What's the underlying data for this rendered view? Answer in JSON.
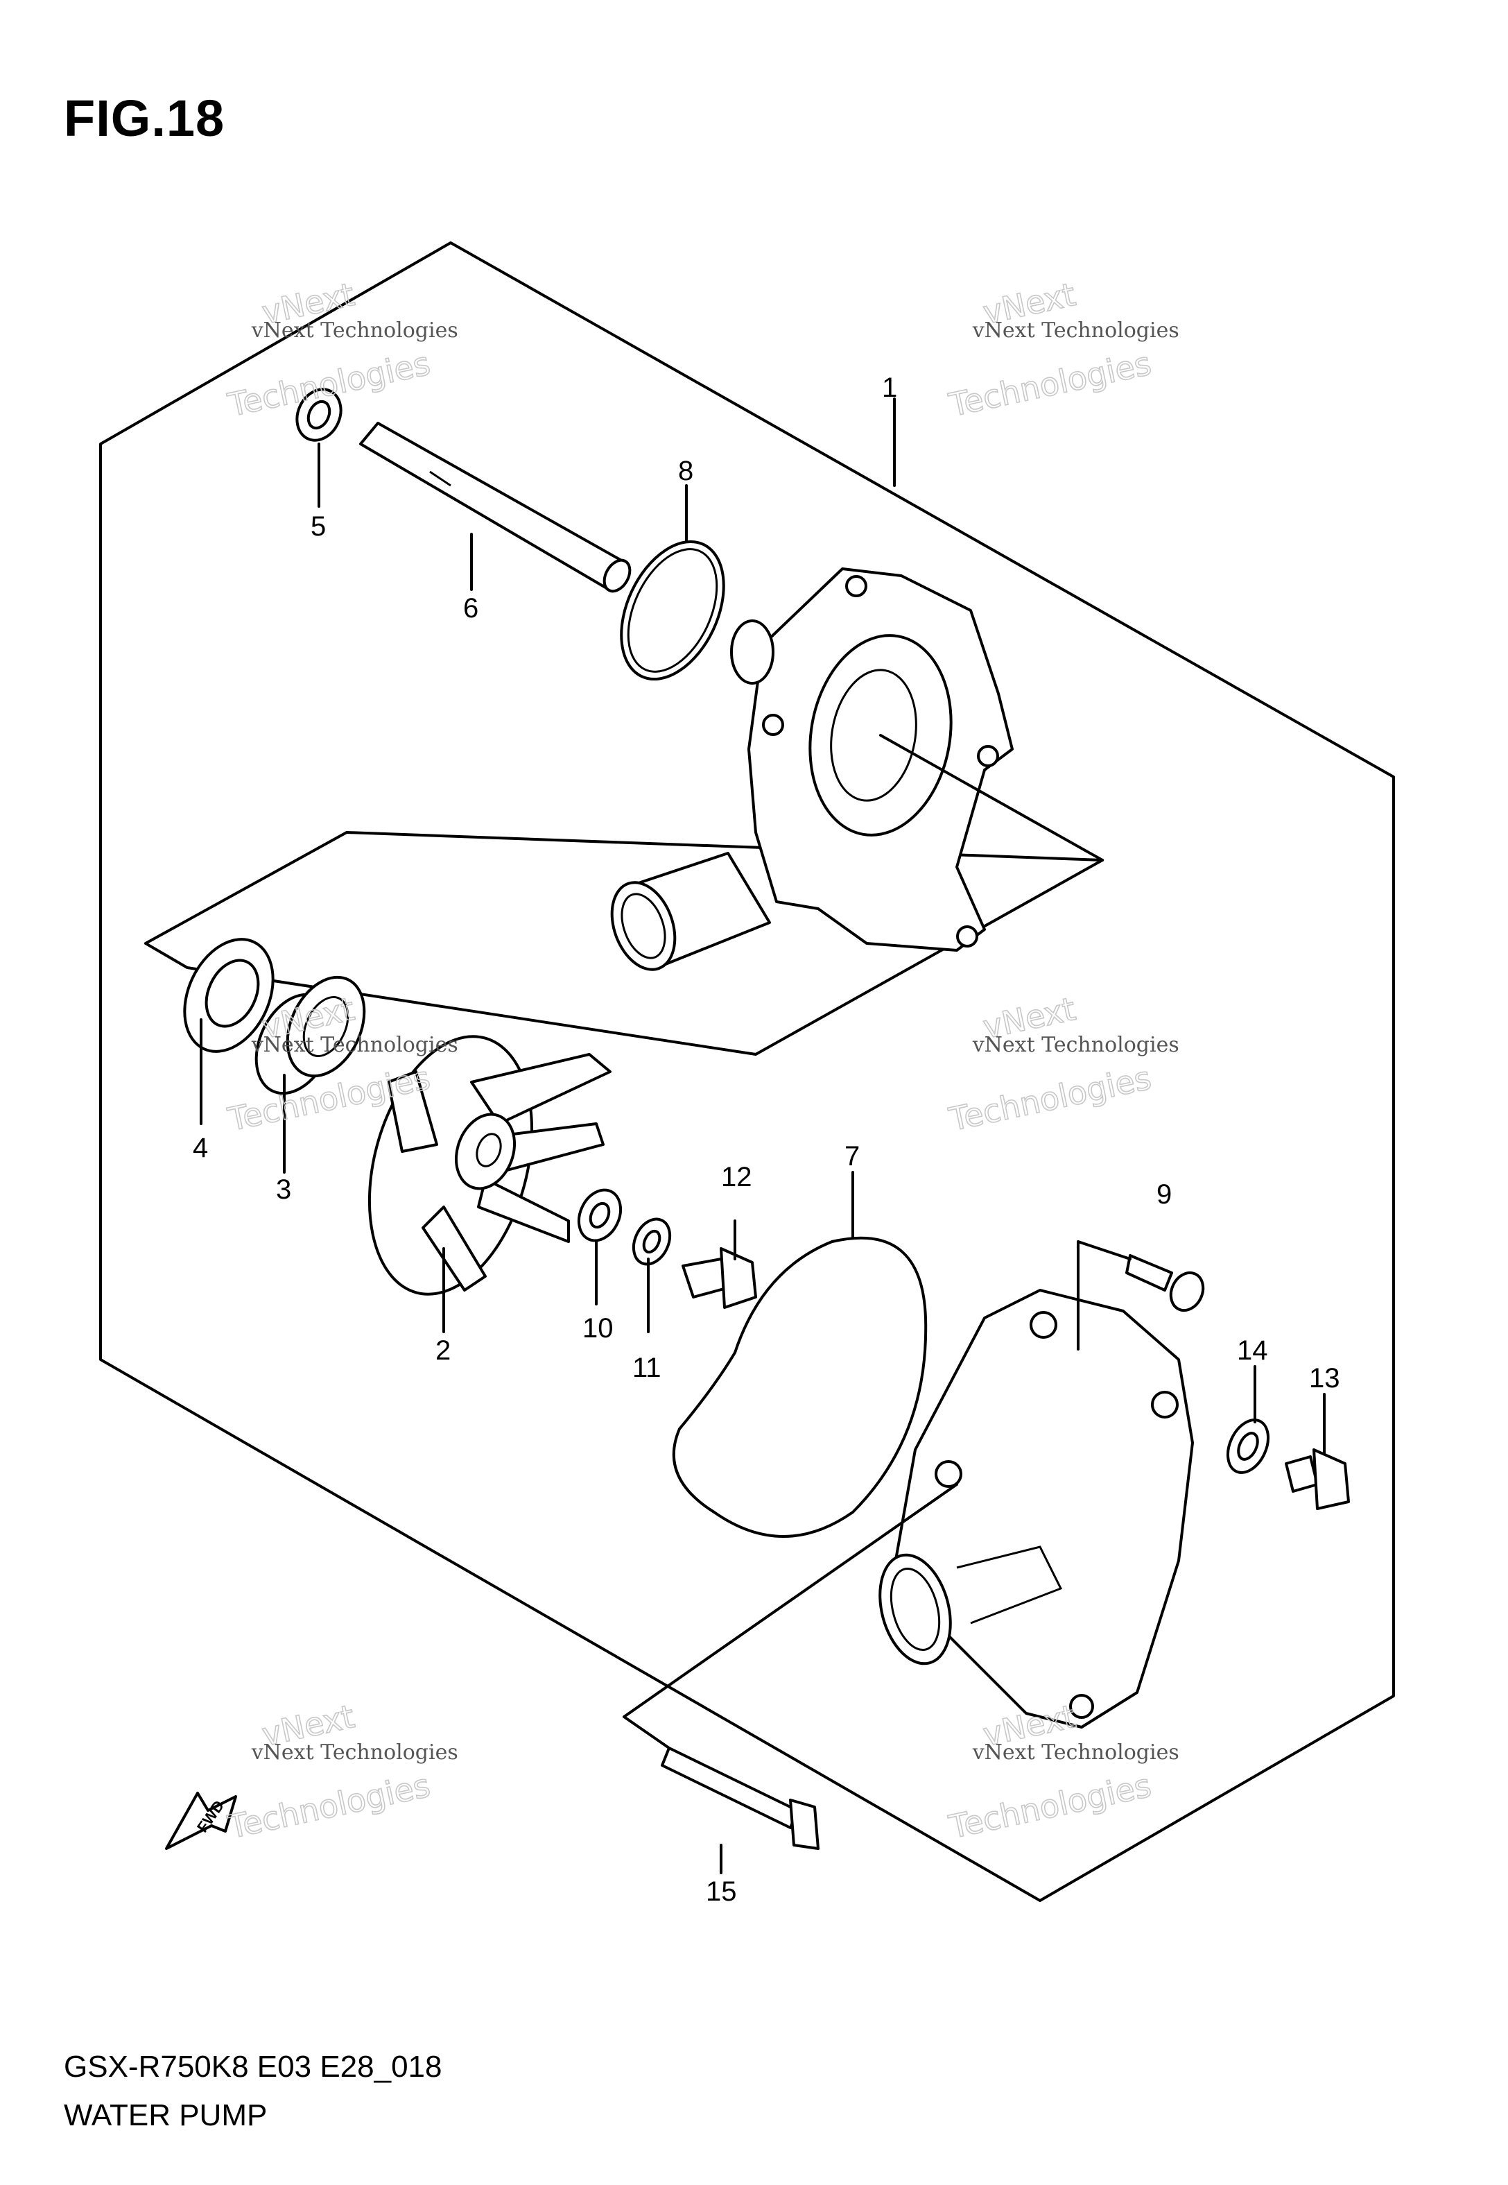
{
  "figure": {
    "title": "FIG.18"
  },
  "footer": {
    "model_code": "GSX-R750K8 E03 E28_018",
    "caption": "WATER PUMP"
  },
  "watermark": {
    "company": "vNext Technologies",
    "brand_top": "vNext",
    "brand_bottom": "Technologies"
  },
  "direction_marker": {
    "label": "FWD"
  },
  "callouts": [
    "1",
    "2",
    "3",
    "4",
    "5",
    "6",
    "7",
    "8",
    "9",
    "10",
    "11",
    "12",
    "13",
    "14",
    "15"
  ]
}
